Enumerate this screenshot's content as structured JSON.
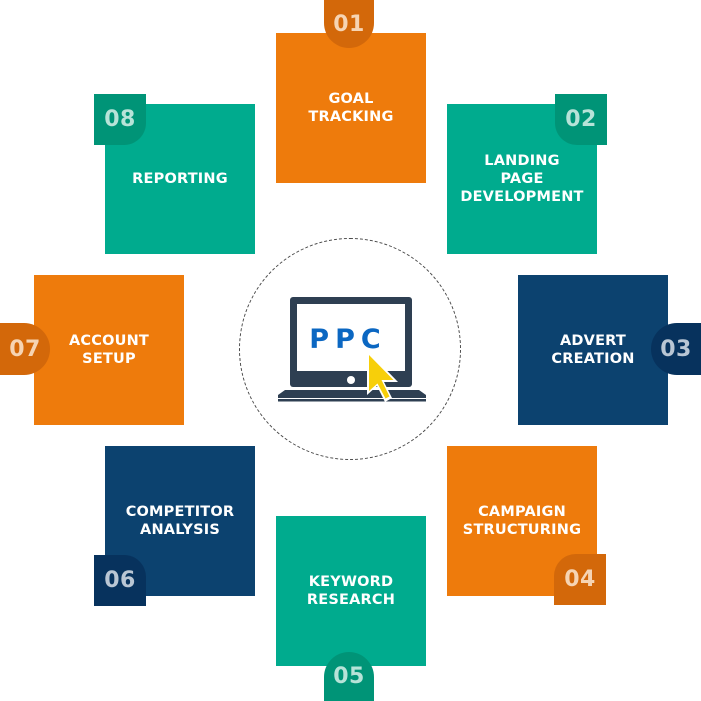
{
  "diagram": {
    "title": "PPC",
    "center_icon": "laptop-with-cursor-icon",
    "colors": {
      "orange": "#ee7b0c",
      "orange_badge": "#d3680a",
      "teal": "#00ab8e",
      "teal_badge": "#009477",
      "navy": "#0c426f",
      "navy_badge": "#07325d",
      "ppc_text": "#0b67c2",
      "laptop": "#2e3f52",
      "cursor": "#f7cf0a"
    },
    "steps": [
      {
        "number": "01",
        "label": "GOAL\nTRACKING",
        "color": "orange"
      },
      {
        "number": "02",
        "label": "LANDING\nPAGE\nDEVELOPMENT",
        "color": "teal"
      },
      {
        "number": "03",
        "label": "ADVERT\nCREATION",
        "color": "navy"
      },
      {
        "number": "04",
        "label": "CAMPAIGN\nSTRUCTURING",
        "color": "orange"
      },
      {
        "number": "05",
        "label": "KEYWORD\nRESEARCH",
        "color": "teal"
      },
      {
        "number": "06",
        "label": "COMPETITOR\nANALYSIS",
        "color": "navy"
      },
      {
        "number": "07",
        "label": "ACCOUNT\nSETUP",
        "color": "orange"
      },
      {
        "number": "08",
        "label": "REPORTING",
        "color": "teal"
      }
    ]
  }
}
